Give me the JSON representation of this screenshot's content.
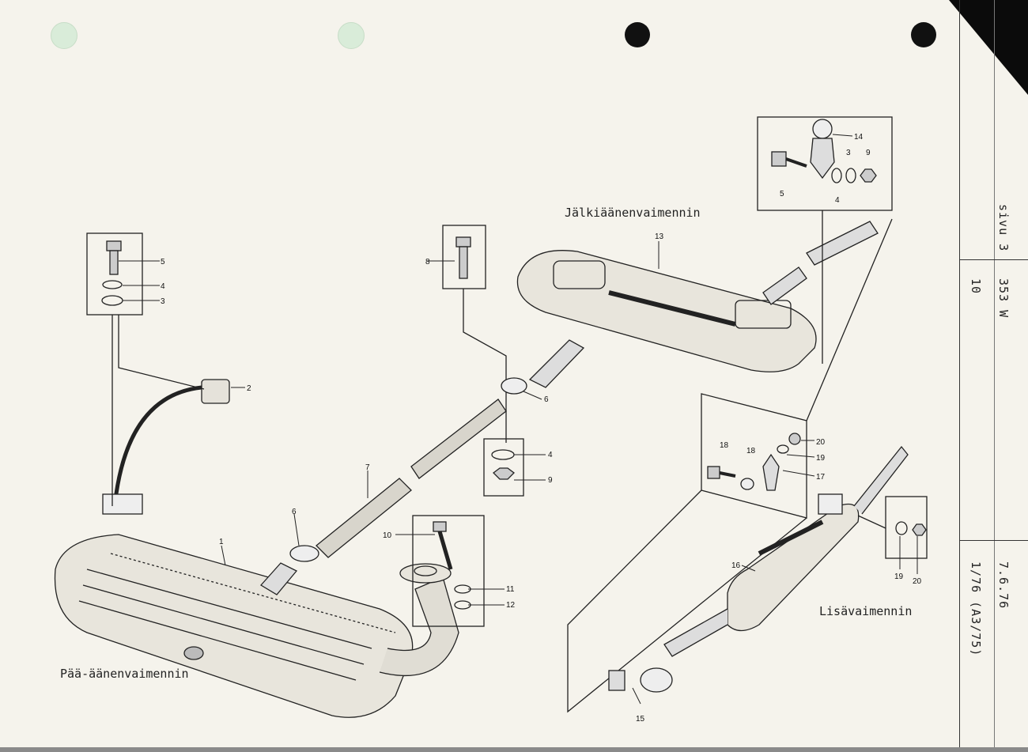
{
  "labels": {
    "main_muffler": "Pää-äänenvaimennin",
    "rear_muffler": "Jälkiäänenvaimennin",
    "aux_muffler": "Lisävaimennin"
  },
  "sidebar": {
    "page": "sivu 3",
    "model": "353 W",
    "section": "10",
    "date": "7.6.76",
    "edition": "1/76 (A3/75)"
  },
  "callouts": {
    "c1": "1",
    "c2": "2",
    "c3": "3",
    "c4": "4",
    "c5": "5",
    "c6a": "6",
    "c6b": "6",
    "c7": "7",
    "c8": "8",
    "c4b": "4",
    "c9": "9",
    "c10": "10",
    "c11": "11",
    "c12": "12",
    "c13": "13",
    "c14": "14",
    "c3b": "3",
    "c9b": "9",
    "c5b": "5",
    "c4c": "4",
    "c15": "15",
    "c16": "16",
    "c17": "17",
    "c18a": "18",
    "c18b": "18",
    "c19a": "19",
    "c20a": "20",
    "c19b": "19",
    "c20b": "20"
  }
}
